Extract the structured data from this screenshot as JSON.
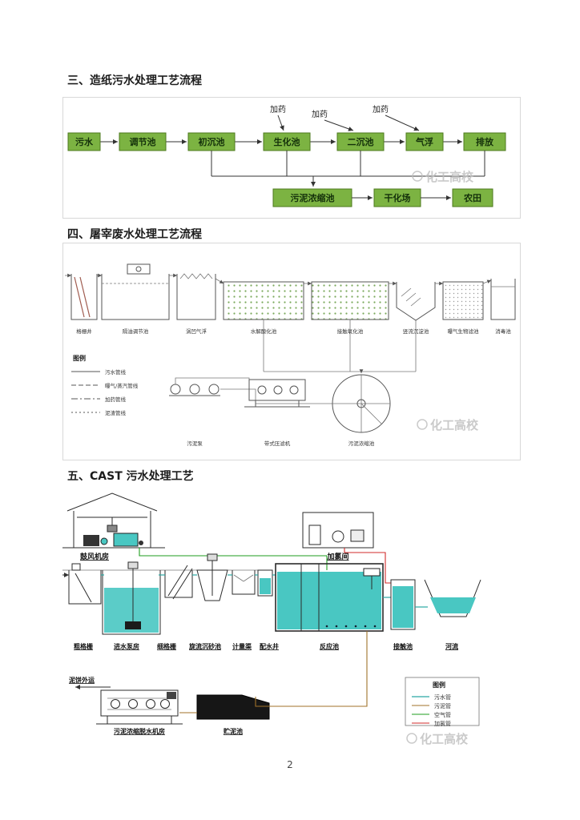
{
  "page_number": "2",
  "watermark": "化工高校",
  "s1": {
    "heading": "三、造纸污水处理工艺流程",
    "dosing": "加药",
    "steps": [
      "污水",
      "调节池",
      "初沉池",
      "生化池",
      "二沉池",
      "气浮",
      "排放"
    ],
    "sludge_steps": [
      "污泥浓缩池",
      "干化场",
      "农田"
    ],
    "box_color": "#7cb342"
  },
  "s2": {
    "heading": "四、屠宰废水处理工艺流程",
    "tanks": [
      "格栅井",
      "隔油调节池",
      "涡凹气浮",
      "水解酸化池",
      "接触氧化池",
      "竖流沉淀池",
      "曝气生物滤池",
      "消毒池"
    ],
    "legend_title": "图例",
    "legend": [
      "污水管线",
      "曝气/蒸汽管线",
      "加药管线",
      "泥渣管线"
    ],
    "equipment": [
      "污泥泵",
      "带式压滤机",
      "污泥浓缩池"
    ]
  },
  "s3": {
    "heading": "五、CAST 污水处理工艺",
    "rooms": [
      "鼓风机房",
      "加氯间"
    ],
    "train": [
      "粗格栅",
      "进水泵房",
      "细格栅",
      "旋流沉砂池",
      "计量渠",
      "配水井",
      "反应池",
      "接触池",
      "河流"
    ],
    "sludge": [
      "泥饼外运",
      "污泥浓缩脱水机房",
      "贮泥池"
    ],
    "legend_title": "图例",
    "legend": [
      "污水管",
      "污泥管",
      "空气管",
      "加氯管"
    ],
    "water_color": "#49c7c2"
  }
}
